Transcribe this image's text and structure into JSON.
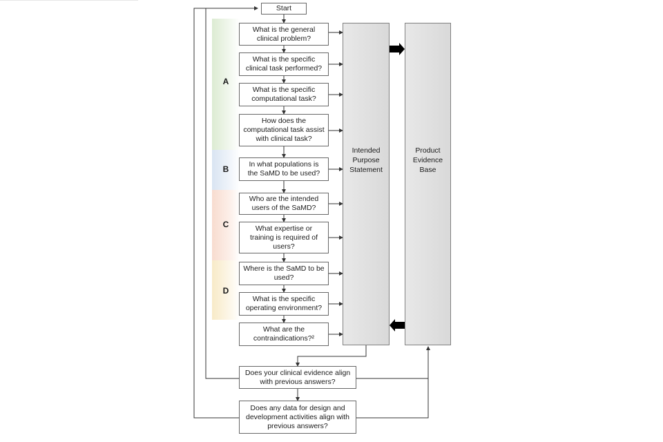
{
  "start_label": "Start",
  "sections": [
    {
      "letter": "A",
      "color": "#dcebd2"
    },
    {
      "letter": "B",
      "color": "#d9e4f2"
    },
    {
      "letter": "C",
      "color": "#f8dccf"
    },
    {
      "letter": "D",
      "color": "#f8eac7"
    }
  ],
  "questions": [
    "What is the general\nclinical problem?",
    "What is the specific\nclinical task performed?",
    "What is the specific\ncomputational task?",
    "How does the\ncomputational task assist\nwith clinical task?",
    "In what populations is\nthe SaMD to be used?",
    "Who are the intended\nusers of the SaMD?",
    "What expertise or\ntraining is required of\nusers?",
    "Where is the SaMD to be\nused?",
    "What is the specific\noperating environment?",
    "What are the\ncontraindications?²"
  ],
  "intended_purpose": "Intended\nPurpose\nStatement",
  "evidence_base": "Product\nEvidence\nBase",
  "check_clinical": "Does your clinical evidence align\nwith previous answers?",
  "check_design": "Does any data for design and\ndevelopment activities align with\nprevious answers?"
}
